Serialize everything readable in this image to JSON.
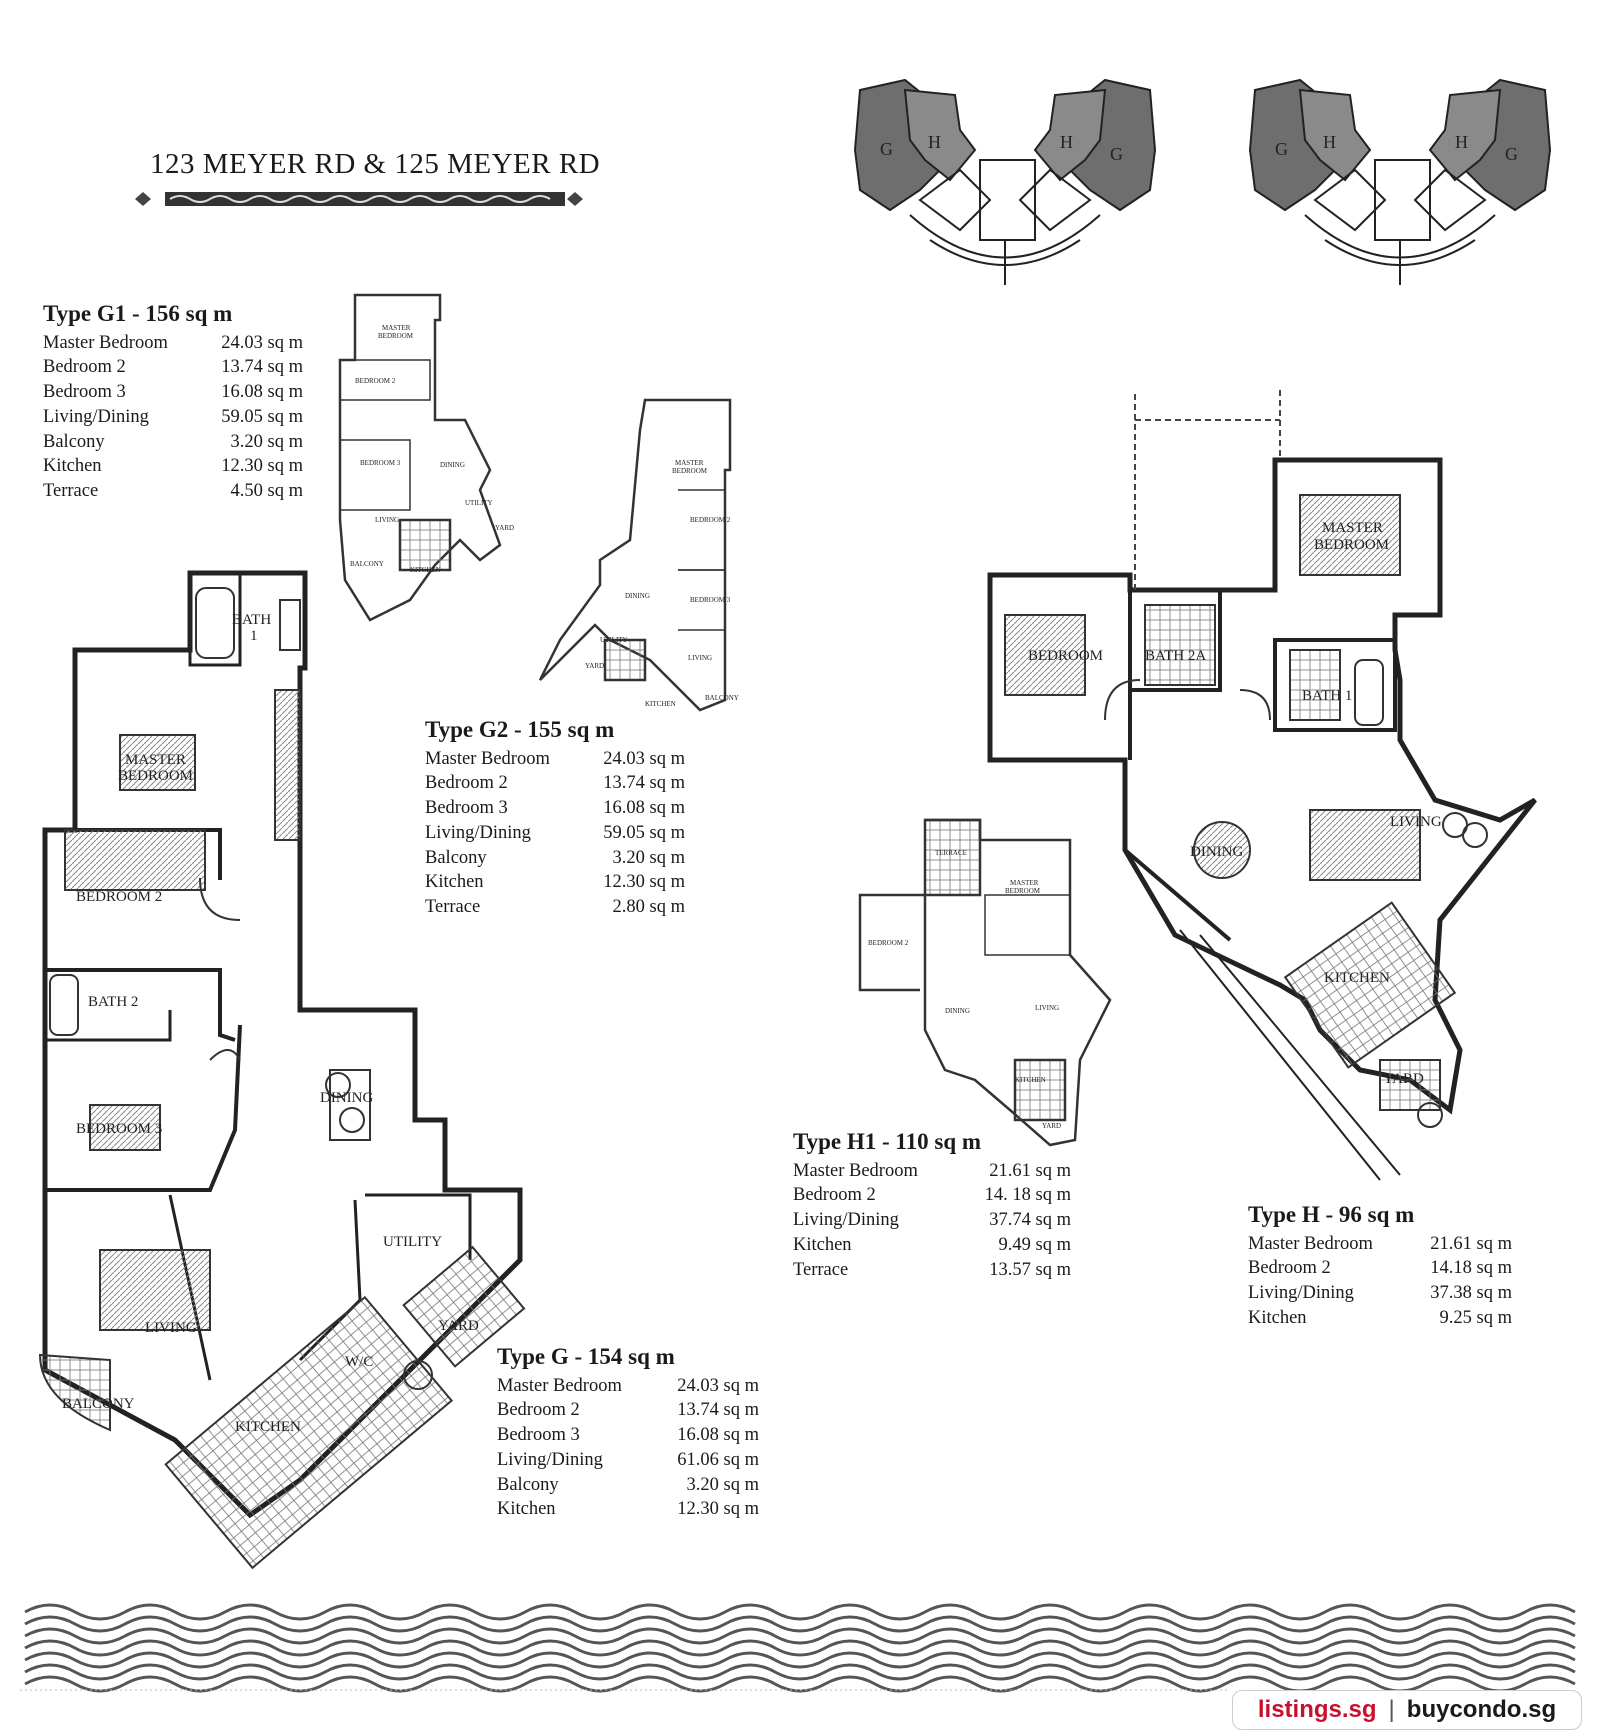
{
  "heading": "123 MEYER RD & 125 MEYER RD",
  "units": [
    {
      "title": "Type G1 - 156 sq m",
      "rows": [
        [
          "Master Bedroom",
          "24.03 sq m"
        ],
        [
          "Bedroom 2",
          "13.74 sq m"
        ],
        [
          "Bedroom 3",
          "16.08 sq m"
        ],
        [
          "Living/Dining",
          "59.05 sq m"
        ],
        [
          "Balcony",
          "3.20 sq m"
        ],
        [
          "Kitchen",
          "12.30 sq m"
        ],
        [
          "Terrace",
          "4.50 sq m"
        ]
      ]
    },
    {
      "title": "Type G2 - 155 sq m",
      "rows": [
        [
          "Master Bedroom",
          "24.03 sq m"
        ],
        [
          "Bedroom 2",
          "13.74 sq m"
        ],
        [
          "Bedroom 3",
          "16.08 sq m"
        ],
        [
          "Living/Dining",
          "59.05 sq m"
        ],
        [
          "Balcony",
          "3.20 sq m"
        ],
        [
          "Kitchen",
          "12.30 sq m"
        ],
        [
          "Terrace",
          "2.80 sq m"
        ]
      ]
    },
    {
      "title": "Type G - 154 sq m",
      "rows": [
        [
          "Master Bedroom",
          "24.03 sq m"
        ],
        [
          "Bedroom 2",
          "13.74 sq m"
        ],
        [
          "Bedroom 3",
          "16.08 sq m"
        ],
        [
          "Living/Dining",
          "61.06 sq m"
        ],
        [
          "Balcony",
          "3.20 sq m"
        ],
        [
          "Kitchen",
          "12.30 sq m"
        ]
      ]
    },
    {
      "title": "Type H1 - 110 sq m",
      "rows": [
        [
          "Master Bedroom",
          "21.61 sq m"
        ],
        [
          "Bedroom 2",
          "14. 18 sq m"
        ],
        [
          "Living/Dining",
          "37.74 sq m"
        ],
        [
          "Kitchen",
          "9.49 sq m"
        ],
        [
          "Terrace",
          "13.57 sq m"
        ]
      ]
    },
    {
      "title": "Type H - 96 sq m",
      "rows": [
        [
          "Master Bedroom",
          "21.61 sq m"
        ],
        [
          "Bedroom 2",
          "14.18 sq m"
        ],
        [
          "Living/Dining",
          "37.38 sq m"
        ],
        [
          "Kitchen",
          "9.25 sq m"
        ]
      ]
    }
  ],
  "key_plan": {
    "g": "G",
    "h": "H"
  },
  "plan_labels": {
    "g": {
      "master": "MASTER",
      "bedroom": "BEDROOM",
      "bath1": "BATH",
      "bath1n": "1",
      "bed2": "BEDROOM 2",
      "bath2": "BATH 2",
      "bed3": "BEDROOM 3",
      "dining": "DINING",
      "living": "LIVING",
      "utility": "UTILITY",
      "yard": "YARD",
      "wc": "W/C",
      "kitchen": "KITCHEN",
      "balcony": "BALCONY"
    },
    "h": {
      "master": "MASTER",
      "bedroom": "BEDROOM",
      "bed": "BEDROOM",
      "bath2a": "BATH 2A",
      "bath1": "BATH 1",
      "living": "LIVING",
      "dining": "DINING",
      "kitchen": "KITCHEN",
      "yard": "YARD"
    },
    "small": {
      "master": "MASTER",
      "bedroom": "BEDROOM",
      "bed2": "BEDROOM 2",
      "bed3": "BEDROOM 3",
      "dining": "DINING",
      "living": "LIVING",
      "utility": "UTILITY",
      "yard": "YARD",
      "kitchen": "KITCHEN",
      "balcony": "BALCONY",
      "terrace": "TERRACE"
    }
  },
  "watermark": {
    "site1": "listings.sg",
    "sep": "|",
    "site2": "buycondo.sg",
    "site1_color": "#c8102e",
    "site2_color": "#1a1a1a"
  }
}
